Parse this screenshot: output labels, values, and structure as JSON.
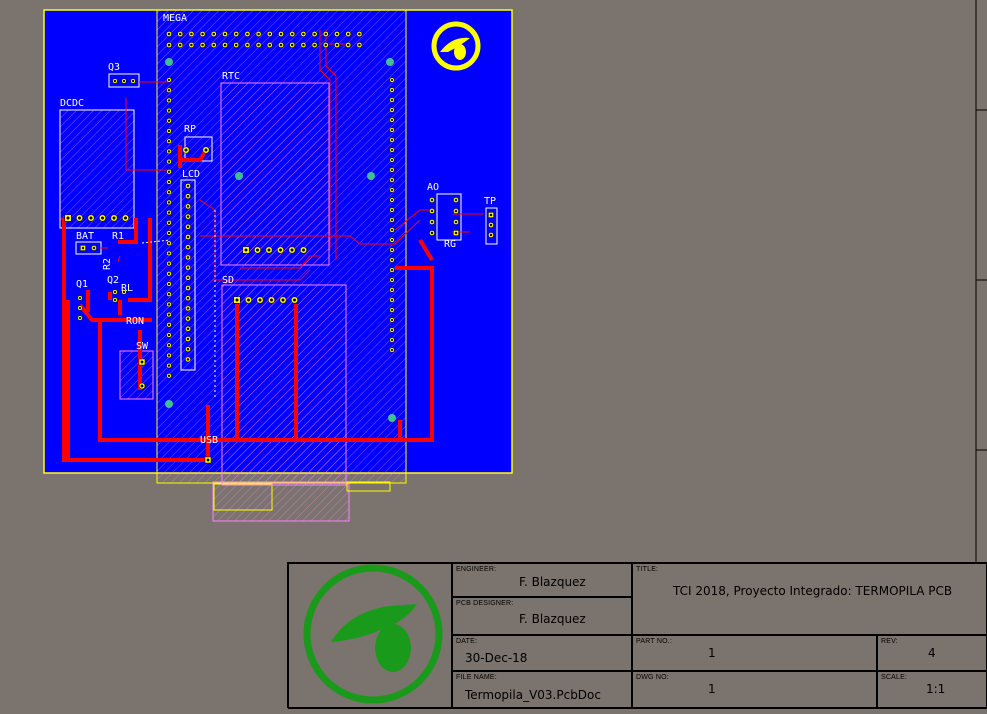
{
  "board": {
    "labels": {
      "mega": "MEGA",
      "q3": "Q3",
      "dcdc": "DCDC",
      "rtc": "RTC",
      "rp": "RP",
      "lcd": "LCD",
      "ao": "AO",
      "tp": "TP",
      "rg": "RG",
      "bat": "BAT",
      "r1": "R1",
      "r2": "R2",
      "q1": "Q1",
      "q2": "Q2",
      "rl": "RL",
      "ron": "RON",
      "sw": "SW",
      "sd": "SD",
      "usb": "USB"
    },
    "colors": {
      "background": "#7b736d",
      "copper_pour": "#0000ff",
      "trace": "#ff0000",
      "outline": "#ffff00",
      "silk": "#ffffff",
      "overlay": "#ff80ff",
      "logo": "#1a9a1a"
    }
  },
  "title_block": {
    "engineer_caption": "ENGINEER:",
    "engineer_value": "F. Blazquez",
    "pcb_designer_caption": "PCB DESIGNER:",
    "pcb_designer_value": "F. Blazquez",
    "date_caption": "DATE:",
    "date_value": "30-Dec-18",
    "file_name_caption": "FILE NAME:",
    "file_name_value": "Termopila_V03.PcbDoc",
    "title_caption": "TITLE:",
    "title_value": "TCI 2018, Proyecto Integrado: TERMOPILA PCB",
    "part_no_caption": "PART NO.:",
    "part_no_value": "1",
    "rev_caption": "REV:",
    "rev_value": "4",
    "dwg_no_caption": "DWG NO:",
    "dwg_no_value": "1",
    "scale_caption": "SCALE:",
    "scale_value": "1:1"
  }
}
